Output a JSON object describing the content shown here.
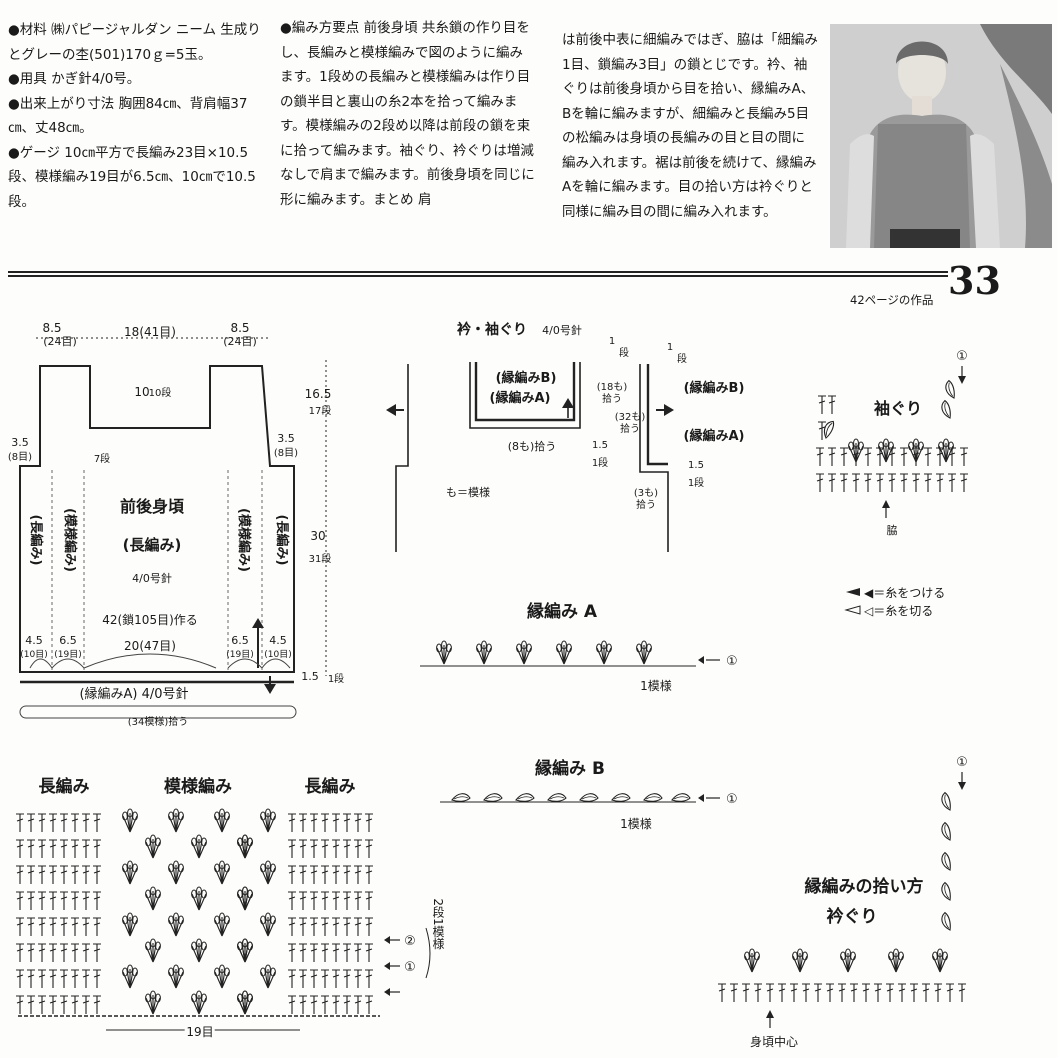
{
  "text": {
    "col1": [
      "●材料 ㈱パピージャルダン ニーム 生成りとグレーの杢(501)170ｇ=5玉。",
      "●用具 かぎ針4/0号。",
      "●出来上がり寸法 胸囲84㎝、背肩幅37㎝、丈48㎝。",
      "●ゲージ 10㎝平方で長編み23目×10.5段、模様編み19目が6.5㎝、10㎝で10.5段。"
    ],
    "col2": "●編み方要点 前後身頃 共糸鎖の作り目をし、長編みと模様編みで図のように編みます。1段めの長編みと模様編みは作り目の鎖半目と裏山の糸2本を拾って編みます。模様編みの2段め以降は前段の鎖を束に拾って編みます。袖ぐり、衿ぐりは増減なしで肩まで編みます。前後身頃を同じに形に編みます。まとめ 肩",
    "col3": "は前後中表に細編みではぎ、脇は「細編み1目、鎖編み3目」の鎖とじです。衿、袖ぐりは前後身頃から目を拾い、縁編みA、Bを輪に編みますが、細編みと長編み5目の松編みは身頃の長編みの目と目の間に編み入れます。裾は前後を続けて、縁編みAを輪に編みます。目の拾い方は衿ぐりと同様に編み目の間に編み入れます。"
  },
  "page": {
    "number": "33",
    "ref": "42ページの作品"
  },
  "body_diagram": {
    "top_left": "8.5",
    "top_left_sub": "(24目)",
    "top_mid": "18(41目)",
    "top_right": "8.5",
    "top_right_sub": "(24目)",
    "neck_depth": "10",
    "neck_depth_sub": "10段",
    "shoulder_h": "16.5",
    "shoulder_h_sub": "17段",
    "arm_l": "3.5",
    "arm_l_sub": "(8目)",
    "arm_r": "3.5",
    "arm_r_sub": "(8目)",
    "step": "7段",
    "title": "前後身頃",
    "subtitle": "(長編み)",
    "needle": "4/0号針",
    "long_l": "(長編み)",
    "pattern_l": "(模様編み)",
    "pattern_r": "(模様編み)",
    "long_r": "(長編み)",
    "body_h": "30",
    "body_h_sub": "31段",
    "chain": "42(鎖105目)作る",
    "b1": "4.5",
    "b1s": "(10目)",
    "b2": "6.5",
    "b2s": "(19目)",
    "b3": "20(47目)",
    "b4": "6.5",
    "b4s": "(19目)",
    "b5": "4.5",
    "b5s": "(10目)",
    "edge_h": "1.5",
    "edge_h_sub": "1段",
    "edge": "(縁編みA) 4/0号針",
    "pick": "(34模様)拾う"
  },
  "neck_diagram": {
    "title": "衿・袖ぐり",
    "needle": "4/0号針",
    "edgeB_l": "(縁編みB)",
    "edgeA_l": "(縁編みA)",
    "pick18": "(18も)",
    "pick18s": "拾う",
    "pick32": "(32も)",
    "pick32s": "拾う",
    "pick8": "(8も)拾う",
    "pick3": "(3も)",
    "pick3s": "拾う",
    "edgeB_r": "(縁編みB)",
    "edgeA_r": "(縁編みA)",
    "h1a": "1",
    "h1as": "段",
    "h1b": "1",
    "h1bs": "段",
    "h15a": "1.5",
    "h15as": "1段",
    "h15b": "1.5",
    "h15bs": "1段",
    "note": "も＝模様"
  },
  "armhole": {
    "title": "袖ぐり",
    "mark": "①",
    "side": "脇"
  },
  "legend": {
    "attach": "◀＝糸をつける",
    "cut": "◁＝糸を切る"
  },
  "edgeA": {
    "title": "縁編み A",
    "unit": "1模様",
    "mark": "①"
  },
  "edgeB": {
    "title": "縁編み B",
    "unit": "1模様",
    "mark": "①"
  },
  "stitch_chart": {
    "long_l": "長編み",
    "pattern": "模様編み",
    "long_r": "長編み",
    "row2": "②",
    "row1": "①",
    "repeat": "2段1模様",
    "count": "19目"
  },
  "pickup": {
    "title": "縁編みの拾い方",
    "sub": "衿ぐり",
    "center": "身頃中心",
    "mark": "①"
  }
}
